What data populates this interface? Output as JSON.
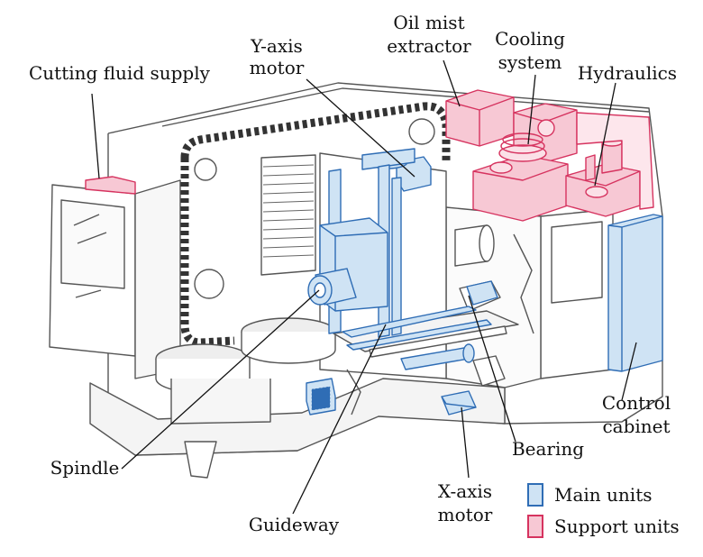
{
  "labels": {
    "cutting_fluid": "Cutting fluid supply",
    "y_axis_1": "Y-axis",
    "y_axis_2": "motor",
    "oil_mist_1": "Oil mist",
    "oil_mist_2": "extractor",
    "cooling_1": "Cooling",
    "cooling_2": "system",
    "hydraulics": "Hydraulics",
    "control_1": "Control",
    "control_2": "cabinet",
    "bearing": "Bearing",
    "x_axis_1": "X-axis",
    "x_axis_2": "motor",
    "guideway": "Guideway",
    "spindle": "Spindle"
  },
  "legend": {
    "main_units": "Main units",
    "support_units": "Support units"
  },
  "colors": {
    "main_units": "#2f6db5",
    "main_fill": "#cfe3f4",
    "support_units": "#d6335f",
    "support_fill": "#f7c8d4",
    "machine_line": "#444444",
    "machine_fill": "#ffffff"
  }
}
